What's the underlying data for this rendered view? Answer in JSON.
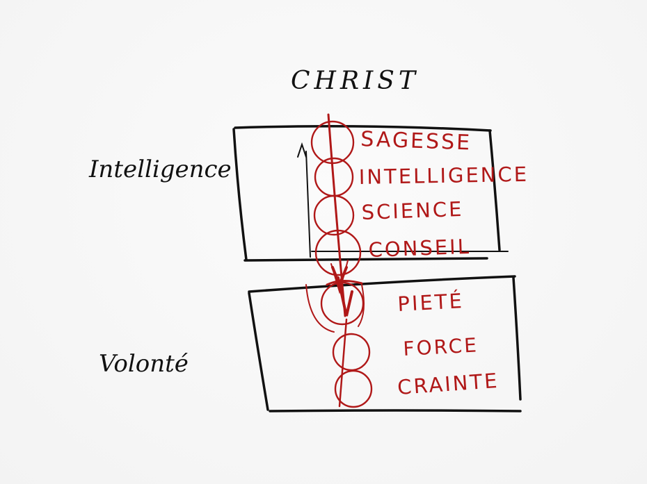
{
  "title": "CHRIST",
  "side_labels": {
    "upper": "Intelligence",
    "lower": "Volonté"
  },
  "upper_gifts": [
    "SAGESSE",
    "INTELLIGENCE",
    "SCIENCE",
    "CONSEIL"
  ],
  "lower_gifts": [
    "PIETÉ",
    "FORCE",
    "CRAINTE"
  ],
  "colors": {
    "ink": "#111111",
    "red": "#b01818",
    "paper": "#f6f6f6"
  }
}
